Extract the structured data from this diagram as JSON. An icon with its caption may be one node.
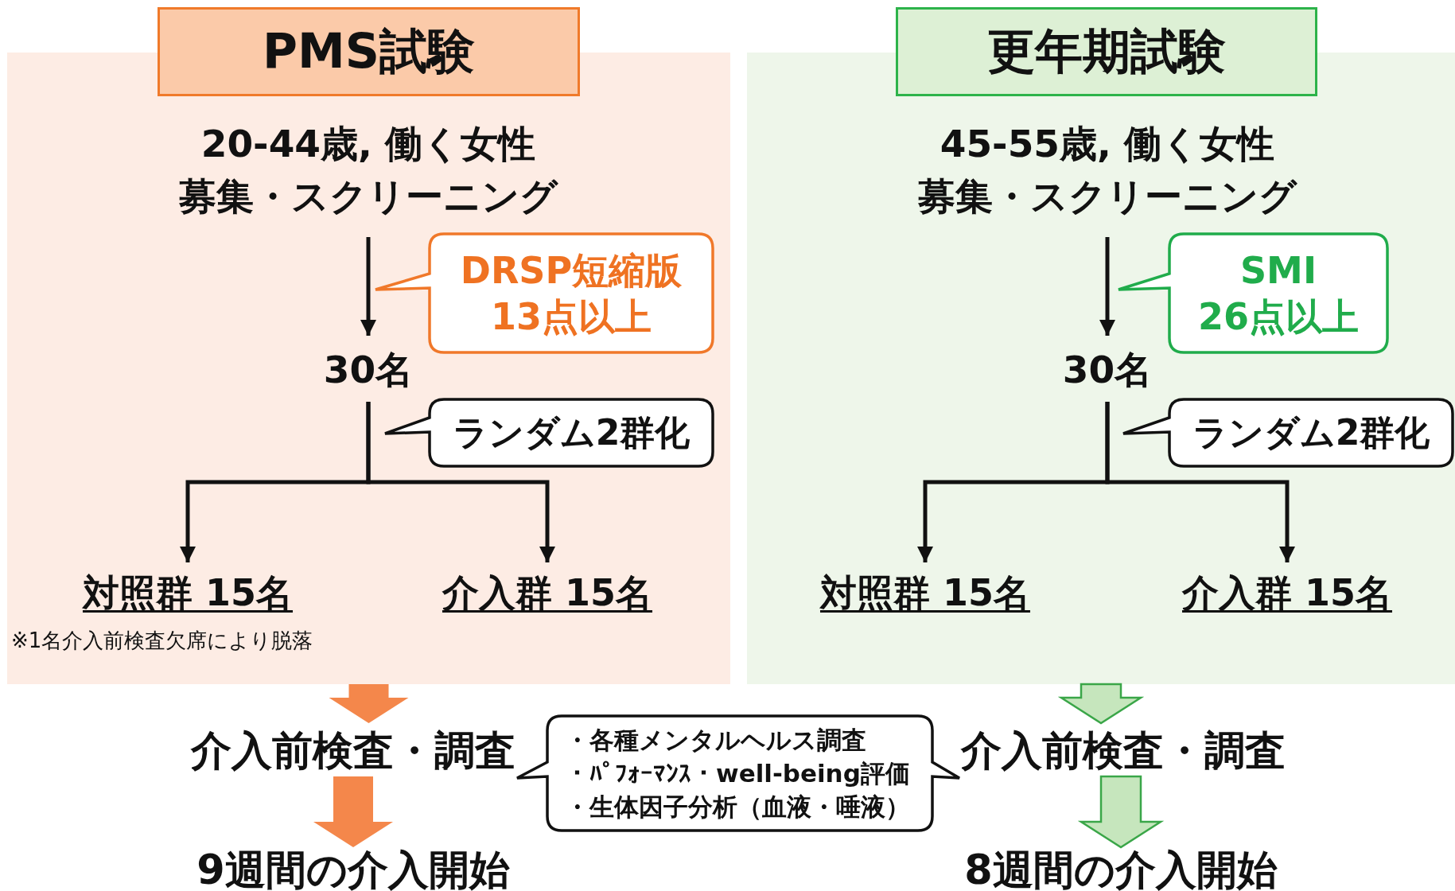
{
  "diagram": {
    "nodes": [
      {
        "text": [
          "PMS試験"
        ]
      },
      {
        "text": [
          "20-44歳, 働く女性",
          "募集・スクリーニング"
        ],
        "in": 0
      },
      {
        "text": [
          "DRSP短縮版 13点以上"
        ],
        "in": 0
      },
      {
        "text": [
          "30名"
        ],
        "in": 0
      },
      {
        "text": [
          "ランダム2群化"
        ],
        "in": 0
      },
      {
        "text": [
          "対照群 15名"
        ],
        "in": 0,
        "beside": [
          "※1名介入前検査欠席により脱落"
        ]
      },
      {
        "text": [
          "介入群 15名"
        ],
        "in": 0
      },
      {
        "text": [
          "更年期試験"
        ]
      },
      {
        "text": [
          "45-55歳, 働く女性",
          "募集・スクリーニング"
        ],
        "in": 7
      },
      {
        "text": [
          "SMI 26点以上"
        ],
        "in": 7
      },
      {
        "text": [
          "30名"
        ],
        "in": 7
      },
      {
        "text": [
          "ランダム2群化"
        ],
        "in": 7
      },
      {
        "text": [
          "対照群 15名"
        ],
        "in": 7
      },
      {
        "text": [
          "介入群 15名"
        ],
        "in": 7
      },
      {
        "text": [
          "介入前検査・調査"
        ]
      },
      {
        "text": [
          "9週間の介入開始"
        ]
      },
      {
        "text": [
          "・各種メンタルヘルス調査",
          "・ﾊﾟﾌｫｰﾏﾝｽ・well-being評価",
          "・生体因子分析（血液・唾液）"
        ]
      },
      {
        "text": [
          "介入前検査・調査"
        ]
      },
      {
        "text": [
          "8週間の介入開始"
        ]
      }
    ],
    "edges": [
      {
        "from": 1,
        "to": 3,
        "arrow": "to"
      },
      {
        "from": 3,
        "to": 5,
        "arrow": "to"
      },
      {
        "from": 3,
        "to": 6,
        "arrow": "to"
      },
      {
        "from": 8,
        "to": 10,
        "arrow": "to"
      },
      {
        "from": 10,
        "to": 12,
        "arrow": "to"
      },
      {
        "from": 10,
        "to": 13,
        "arrow": "to"
      },
      {
        "from": 0,
        "to": 14,
        "arrow": "to",
        "style": "thick",
        "color": "#f4874b"
      },
      {
        "from": 14,
        "to": 15,
        "arrow": "to",
        "style": "thick",
        "color": "#f4874b"
      },
      {
        "from": 7,
        "to": 17,
        "arrow": "to",
        "style": "thick",
        "color": "#c6e6bd"
      },
      {
        "from": 17,
        "to": 18,
        "arrow": "to",
        "style": "thick",
        "color": "#c6e6bd"
      }
    ]
  }
}
